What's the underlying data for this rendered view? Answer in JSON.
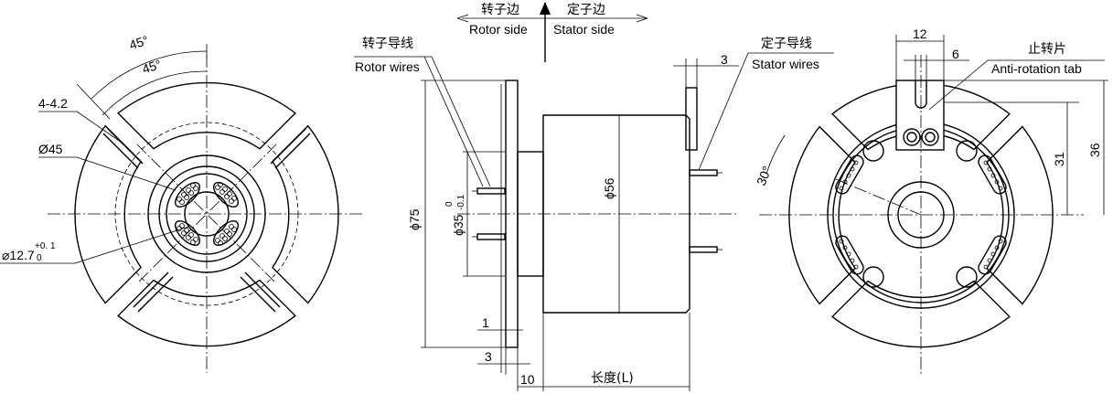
{
  "header": {
    "rotor_side_cn": "转子边",
    "rotor_side_en": "Rotor side",
    "stator_side_cn": "定子边",
    "stator_side_en": "Stator  side"
  },
  "left_view": {
    "angle_outer": "45°",
    "angle_inner": "45°",
    "holes": "4-4.2",
    "pcd": "Ø45",
    "bore": "⌀12.7",
    "bore_tol_upper": "+0. 1",
    "bore_tol_lower": "0"
  },
  "side_view": {
    "rotor_wires_cn": "转子导线",
    "rotor_wires_en": "Rotor wires",
    "stator_wires_cn": "定子导线",
    "stator_wires_en": "Stator wires",
    "dim_tab_thickness": "3",
    "dim_flange_dia": "ϕ75",
    "dim_hub_dia": "ϕ35",
    "dim_hub_tol_upper": "0",
    "dim_hub_tol_lower": "-0.1",
    "dim_body_dia": "ϕ56",
    "dim_1": "1",
    "dim_3": "3",
    "dim_10": "10",
    "length_label": "长度(L)"
  },
  "right_view": {
    "dim_12": "12",
    "dim_6": "6",
    "tab_cn": "止转片",
    "tab_en": "Anti-rotation tab",
    "dim_31": "31",
    "dim_36": "36",
    "angle_30": "30°"
  }
}
